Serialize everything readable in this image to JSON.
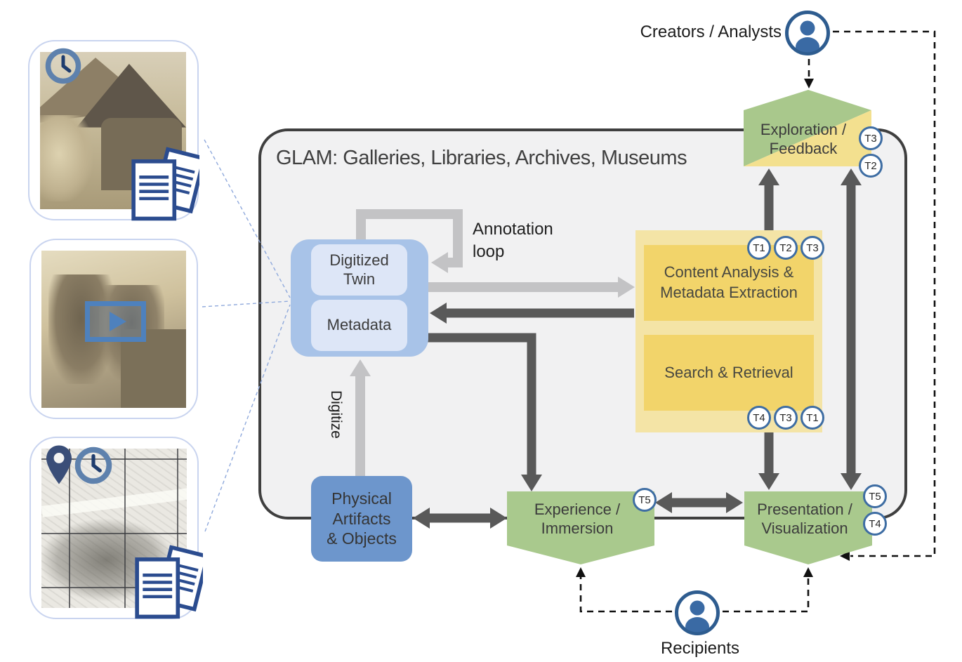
{
  "title": "GLAM: Galleries, Libraries, Archives, Museums",
  "actors": {
    "creators": "Creators / Analysts",
    "recipients": "Recipients"
  },
  "nodes": {
    "digitized_twin": "Digitized\nTwin",
    "metadata": "Metadata",
    "content_analysis": "Content Analysis &\nMetadata Extraction",
    "search_retrieval": "Search & Retrieval",
    "exploration": "Exploration /\nFeedback",
    "experience": "Experience /\nImmersion",
    "presentation": "Presentation /\nVisualization",
    "physical_artifacts": "Physical\nArtifacts\n& Objects"
  },
  "edges": {
    "annotation_loop": "Annotation\nloop",
    "digitize": "Digitize"
  },
  "badges": {
    "content_top": [
      "T1",
      "T2",
      "T3"
    ],
    "content_bottom": [
      "T4",
      "T3",
      "T1"
    ],
    "exploration": [
      "T3",
      "T2"
    ],
    "experience": [
      "T5"
    ],
    "presentation": [
      "T5",
      "T4"
    ]
  },
  "icons": [
    "clock-icon",
    "map-pin-icon",
    "documents-icon",
    "play-icon",
    "person-icon"
  ],
  "colors": {
    "glam_bg": "#F1F1F2",
    "glam_border": "#3F3F3F",
    "dark_arrow": "#595959",
    "light_arrow": "#C3C3C5",
    "green": "#A9C98D",
    "exploration_yellow": "#F3E08F",
    "yellow_outer": "#F4E4A6",
    "yellow_inner": "#F2D46A",
    "blue_group": "#A8C3E8",
    "blue_inner": "#DDE6F7",
    "blue_solid": "#6D96CC",
    "badge_border": "#3E6DA3",
    "person_blue": "#3A6AA4",
    "card_border": "#C9D4EF",
    "dashed_link": "#111111",
    "dotted_link_blue": "#8FA9DC"
  }
}
